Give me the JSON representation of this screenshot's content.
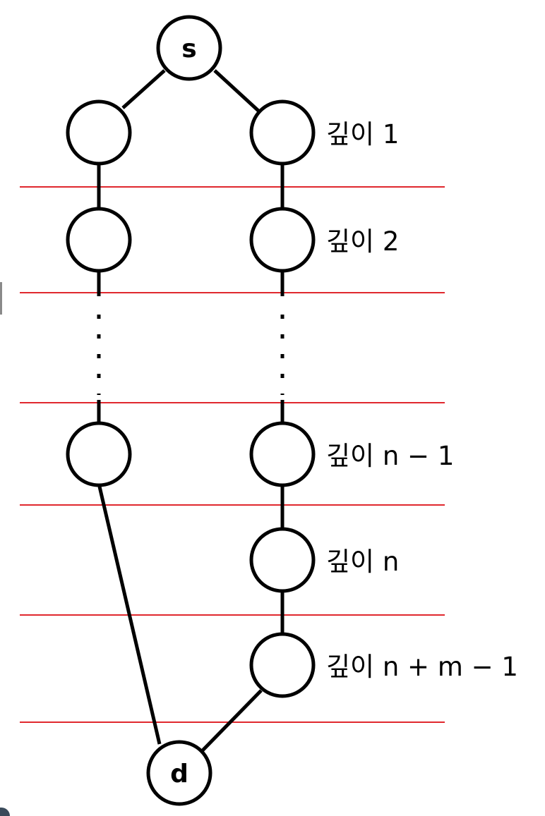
{
  "nodes": {
    "source": "s",
    "destination": "d"
  },
  "depth_labels": {
    "depth_1": "깊이 1",
    "depth_2": "깊이 2",
    "depth_n_minus_1": "깊이 n − 1",
    "depth_n": "깊이 n",
    "depth_n_plus_m_minus_1": "깊이 n + m − 1"
  },
  "colors": {
    "edge": "#000000",
    "divider": "#e0282e",
    "node_fill": "#ffffff"
  }
}
